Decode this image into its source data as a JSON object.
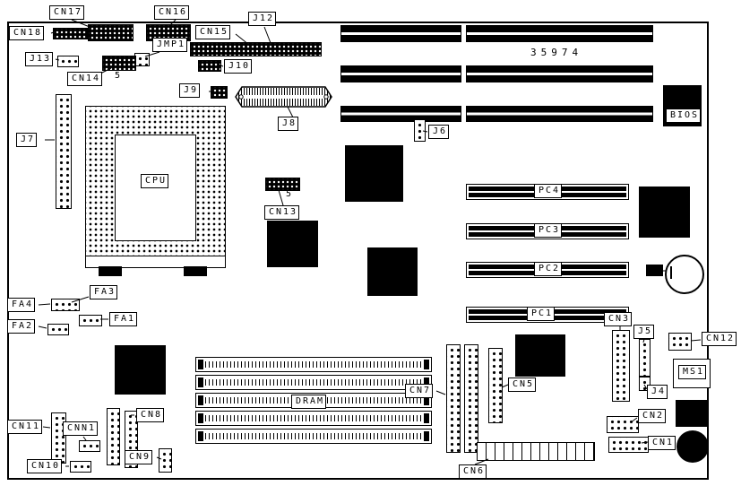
{
  "diagram": {
    "type": "motherboard-layout",
    "board_number": "35974",
    "colors": {
      "ink": "#000000",
      "background": "#ffffff"
    },
    "labels": {
      "cn17": "CN17",
      "cn16": "CN16",
      "cn18": "CN18",
      "cn15": "CN15",
      "j12": "J12",
      "jmp1": "JMP1",
      "j13": "J13",
      "j10": "J10",
      "cn14": "CN14",
      "j9": "J9",
      "j8": "J8",
      "j7": "J7",
      "j6": "J6",
      "cpu": "CPU",
      "cn13": "CN13",
      "bios": "BIOS",
      "pc4": "PC4",
      "pc3": "PC3",
      "pc2": "PC2",
      "pc1": "PC1",
      "fa3": "FA3",
      "fa4": "FA4",
      "fa1": "FA1",
      "fa2": "FA2",
      "cn3": "CN3",
      "j5": "J5",
      "cn12": "CN12",
      "ms1": "MS1",
      "j4": "J4",
      "cn7": "CN7",
      "cn5": "CN5",
      "dram": "DRAM",
      "cn11": "CN11",
      "cnn1": "CNN1",
      "cn8": "CN8",
      "cn2": "CN2",
      "cn1": "CN1",
      "cn10": "CN10",
      "cn9": "CN9",
      "cn6": "CN6",
      "pin5": "5"
    }
  }
}
